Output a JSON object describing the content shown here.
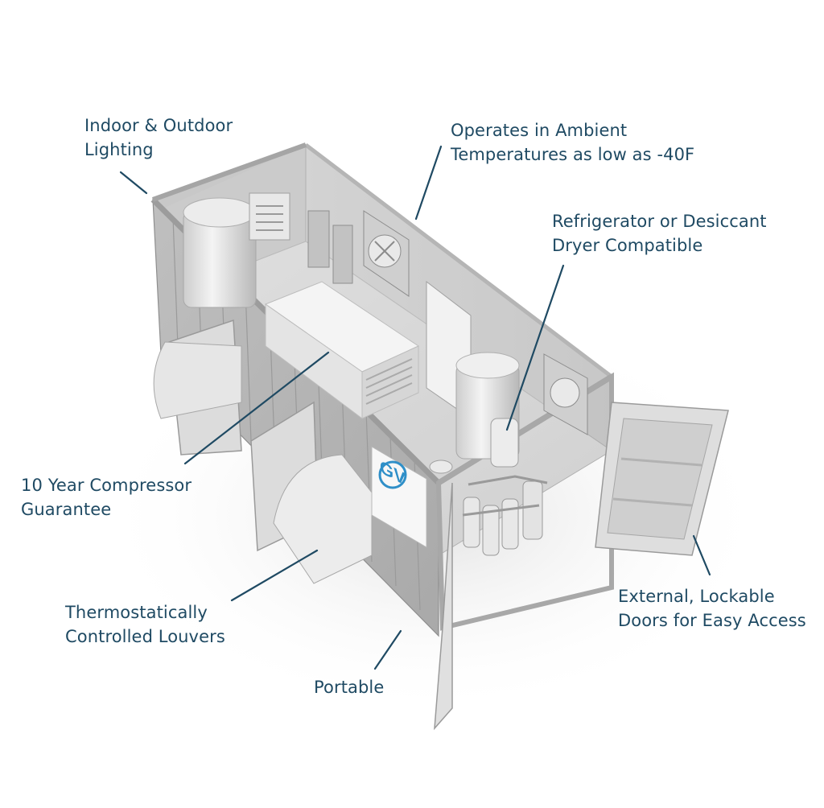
{
  "callouts": {
    "lighting": {
      "line1": "Indoor & Outdoor",
      "line2": "Lighting"
    },
    "ambient": {
      "line1": "Operates in Ambient",
      "line2": "Temperatures as low as -40F"
    },
    "dryer": {
      "line1": "Refrigerator or Desiccant",
      "line2": "Dryer Compatible"
    },
    "compressor": {
      "line1": "10 Year Compressor",
      "line2": "Guarantee"
    },
    "louvers": {
      "line1": "Thermostatically",
      "line2": "Controlled Louvers"
    },
    "portable": {
      "line1": "Portable"
    },
    "doors": {
      "line1": "External, Lockable",
      "line2": "Doors for Easy Access"
    }
  },
  "logo": {
    "text": "GV"
  },
  "colors": {
    "label": "#1f4a63",
    "container": "#d9d9d9",
    "logo_blue": "#2f8fc8"
  }
}
